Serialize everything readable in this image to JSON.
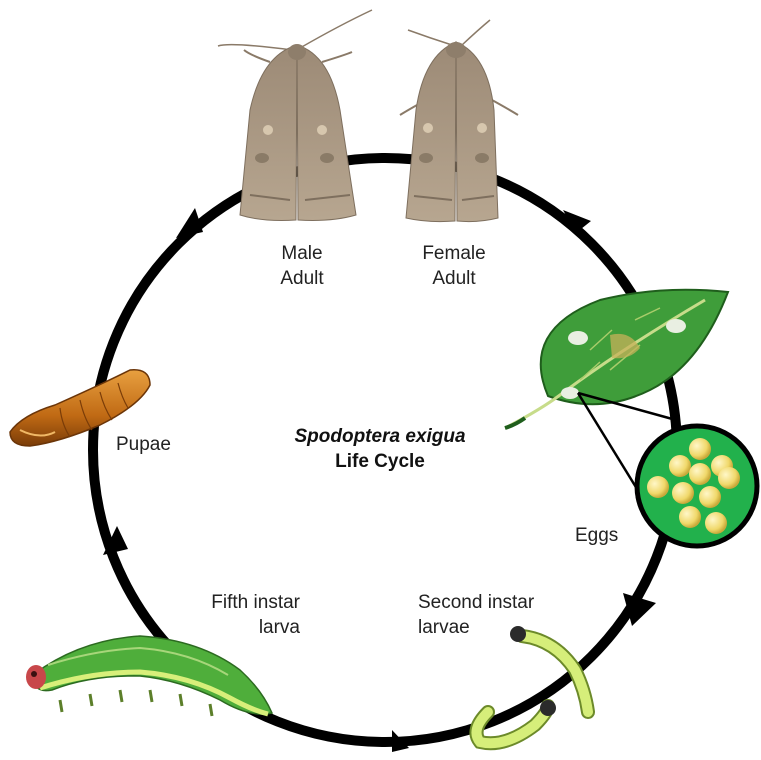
{
  "title": {
    "species": "Spodoptera exigua",
    "subtitle": "Life Cycle"
  },
  "stages": {
    "male_adult": [
      "Male",
      "Adult"
    ],
    "female_adult": [
      "Female",
      "Adult"
    ],
    "eggs": "Eggs",
    "second_instar": [
      "Second instar",
      "larvae"
    ],
    "fifth_instar": [
      "Fifth instar",
      "larva"
    ],
    "pupae": "Pupae"
  },
  "colors": {
    "cycle_ring": "#000000",
    "leaf": "#3f9d3a",
    "egg_zoom_bg": "#22b14c",
    "egg": "#f2e07a",
    "moth": "#a89784",
    "pupa": "#c7781a",
    "caterpillar_green": "#4fae3b",
    "caterpillar_yellow": "#d8ef7a"
  }
}
